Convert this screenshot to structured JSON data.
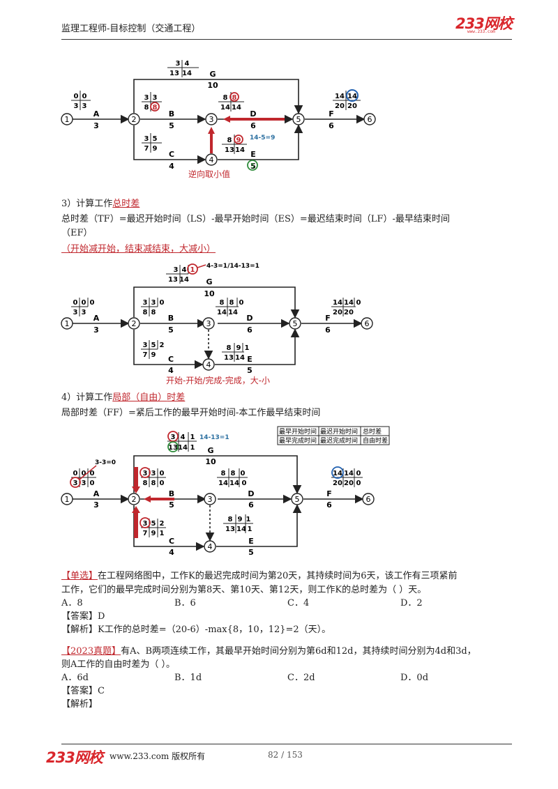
{
  "header": {
    "title": "监理工程师-目标控制（交通工程）",
    "logo": "233网校",
    "logo_sub": "www.233.com"
  },
  "diagram1": {
    "nodes": [
      "1",
      "2",
      "3",
      "4",
      "5",
      "6"
    ],
    "activities": {
      "A": "A",
      "A_dur": "3",
      "B": "B",
      "B_dur": "5",
      "C": "C",
      "C_dur": "4",
      "D": "D",
      "D_dur": "6",
      "E": "E",
      "E_dur": "5",
      "F": "F",
      "F_dur": "6",
      "G": "G",
      "G_dur": "10"
    },
    "grids": {
      "A": [
        "0",
        "0",
        "3",
        "3"
      ],
      "B": [
        "3",
        "3",
        "8",
        "8"
      ],
      "C": [
        "3",
        "5",
        "7",
        "9"
      ],
      "D": [
        "8",
        "8",
        "14",
        "14"
      ],
      "E": [
        "8",
        "9",
        "13",
        "14"
      ],
      "F": [
        "14",
        "14",
        "20",
        "20"
      ],
      "G": [
        "3",
        "4",
        "13",
        "14"
      ]
    },
    "annotation": "14-5=9",
    "circled": "5",
    "caption": "逆向取小值"
  },
  "section3": {
    "heading_prefix": "3）计算工作",
    "heading_term": "总时差",
    "formula_line1": "总时差（TF）=最迟开始时间（LS）-最早开始时间（ES）=最迟结束时间（LF）-最早结束时间",
    "formula_line2": "（EF）",
    "mnemonic": "（开始减开始，结束减结束，大减小）"
  },
  "diagram2": {
    "grids": {
      "A": [
        "0",
        "0",
        "0",
        "3",
        "3"
      ],
      "B": [
        "3",
        "3",
        "0",
        "8",
        "8"
      ],
      "C": [
        "3",
        "5",
        "2",
        "7",
        "9"
      ],
      "D": [
        "8",
        "8",
        "0",
        "14",
        "14"
      ],
      "E": [
        "8",
        "9",
        "1",
        "13",
        "14"
      ],
      "F": [
        "14",
        "14",
        "0",
        "20",
        "20"
      ],
      "G": [
        "3",
        "4",
        "1",
        "13",
        "14"
      ]
    },
    "annotation": "4-3=1/14-13=1",
    "caption": "开始-开始/完成-完成，大-小"
  },
  "section4": {
    "heading_prefix": "4）计算工作",
    "heading_term": "局部（自由）",
    "heading_suffix": "时差",
    "formula": "局部时差（FF）=紧后工作的最早开始时间-本工作最早结束时间"
  },
  "diagram3": {
    "grids": {
      "A": [
        "0",
        "0",
        "0",
        "3",
        "3",
        "0"
      ],
      "B": [
        "3",
        "3",
        "0",
        "8",
        "8",
        "0"
      ],
      "C": [
        "3",
        "5",
        "2",
        "7",
        "9",
        "1"
      ],
      "D": [
        "8",
        "8",
        "0",
        "14",
        "14",
        "0"
      ],
      "E": [
        "8",
        "9",
        "1",
        "13",
        "14",
        "1"
      ],
      "F": [
        "14",
        "14",
        "0",
        "20",
        "20",
        "0"
      ],
      "G": [
        "3",
        "4",
        "1",
        "13",
        "14",
        "1"
      ]
    },
    "annotation_g": "14-13=1",
    "annotation_a": "3-3=0",
    "legend": [
      "最早开始时间",
      "最迟开始时间",
      "总时差",
      "最早完成时间",
      "最迟完成时间",
      "自由时差"
    ]
  },
  "q1": {
    "tag": "【单选】",
    "text1": "在工程网络图中，工作K的最迟完成时间为第20天，其持续时间为6天，该工作有三项紧前",
    "text2": "工作，它们的最早完成时间分别为第8天、第10天、第12天，则工作K的总时差为（      ）天。",
    "options": [
      "A．8",
      "B．6",
      "C．4",
      "D．2"
    ],
    "answer": "【答案】D",
    "analysis": "【解析】K工作的总时差=（20-6）-max{8，10，12}=2（天）。"
  },
  "q2": {
    "tag": "【2023真题】",
    "text1": "有A、B两项连续工作，其最早开始时间分别为第6d和12d，其持续时间分别为4d和3d，",
    "text2": "则A工作的自由时差为（      ）。",
    "options": [
      "A．6d",
      "B．1d",
      "C．2d",
      "D．0d"
    ],
    "answer": "【答案】C",
    "analysis": "【解析】"
  },
  "footer": {
    "logo": "233网校",
    "site": "www.233.com 版权所有",
    "page": "82 / 153"
  }
}
